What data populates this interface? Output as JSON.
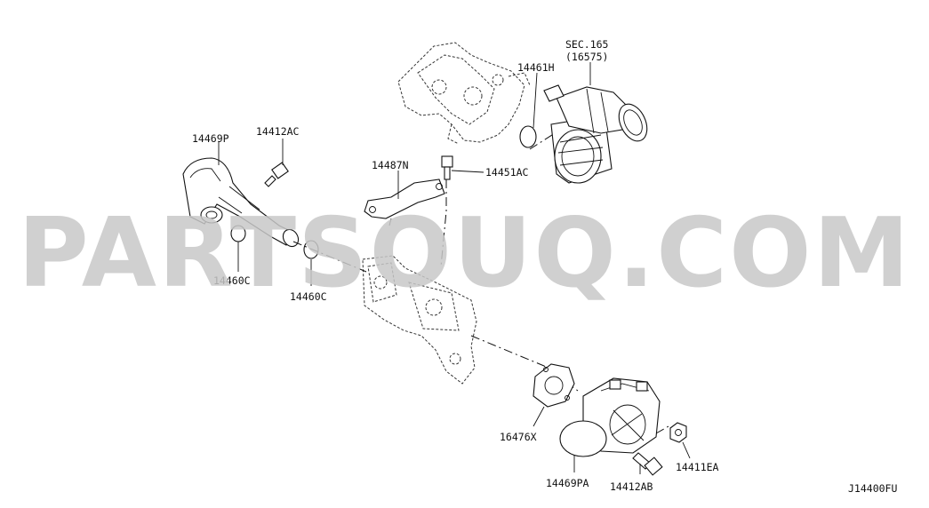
{
  "watermark": "PARTSOUQ.COM",
  "diagram_id": "J14400FU",
  "section_ref": {
    "line1": "SEC.165",
    "line2": "(16575)"
  },
  "parts": [
    {
      "code": "14469P"
    },
    {
      "code": "14412AC"
    },
    {
      "code": "14487N"
    },
    {
      "code": "14451AC"
    },
    {
      "code": "14461H"
    },
    {
      "code": "14460C"
    },
    {
      "code": "14460C"
    },
    {
      "code": "16476X"
    },
    {
      "code": "14469PA"
    },
    {
      "code": "14412AB"
    },
    {
      "code": "14411EA"
    }
  ]
}
